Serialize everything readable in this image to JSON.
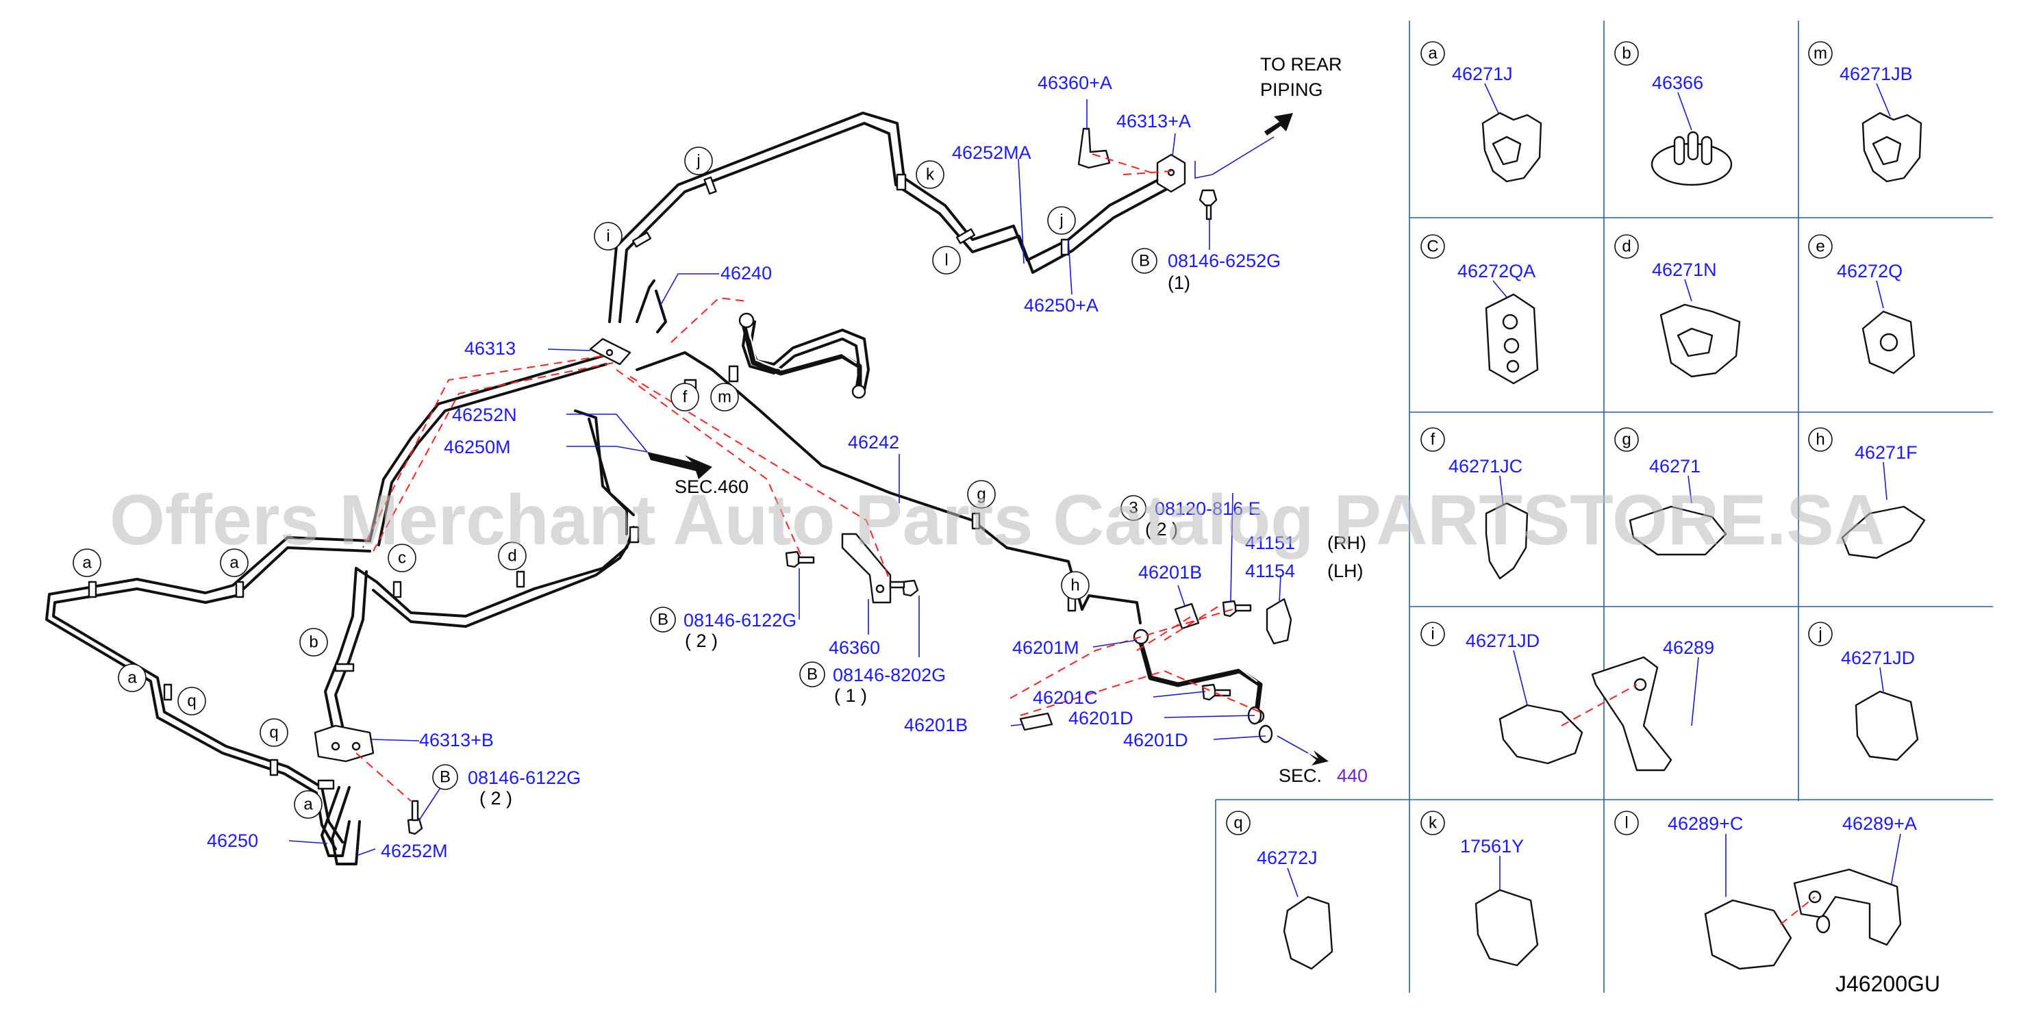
{
  "diagram": {
    "code": "J46200GU",
    "watermark": "Offers Merchant Auto Parts Catalog PARTSTORE.SA",
    "notes": {
      "to_rear_line1": "TO  REAR",
      "to_rear_line2": "PIPING",
      "sec460": "SEC.460",
      "sec440_prefix": "SEC.",
      "sec440_num": "440"
    },
    "labels": {
      "p46360A": "46360+A",
      "p46313A": "46313+A",
      "p46252MA": "46252MA",
      "p46250A": "46250+A",
      "b08146_6252G": "08146-6252G",
      "b08146_6252G_qty": "(1)",
      "p46240": "46240",
      "p46313": "46313",
      "p46252N": "46252N",
      "p46250M": "46250M",
      "p46242": "46242",
      "b08120_816E": "08120-816 E",
      "b08120_816E_qty": "( 2 )",
      "p41151": "41151",
      "rh": "(RH)",
      "p41154": "41154",
      "lh": "(LH)",
      "p46201B_top": "46201B",
      "p46201M": "46201M",
      "p46201C": "46201C",
      "p46201D_1": "46201D",
      "p46201D_2": "46201D",
      "p46201B_bot": "46201B",
      "b08146_6122G_a": "08146-6122G",
      "b08146_6122G_a_qty": "( 2 )",
      "p46360": "46360",
      "b08146_8202G": "08146-8202G",
      "b08146_8202G_qty": "( 1 )",
      "p46313B": "46313+B",
      "b08146_6122G_b": "08146-6122G",
      "b08146_6122G_b_qty": "( 2 )",
      "p46250": "46250",
      "p46252M": "46252M",
      "bolt_B": "B",
      "bolt_3": "3"
    },
    "callouts": {
      "j1": "j",
      "k1": "k",
      "i1": "i",
      "l1": "l",
      "j2": "j",
      "f1": "f",
      "m1": "m",
      "h1": "h",
      "g1": "g",
      "a1": "a",
      "a2": "a",
      "c1": "c",
      "d1": "d",
      "b1": "b",
      "a3": "a",
      "q1": "q",
      "q2": "q",
      "a4": "a"
    },
    "legend": [
      {
        "key": "a",
        "part": "46271J"
      },
      {
        "key": "b",
        "part": "46366"
      },
      {
        "key": "m",
        "part": "46271JB"
      },
      {
        "key": "C",
        "part": "46272QA"
      },
      {
        "key": "d",
        "part": "46271N"
      },
      {
        "key": "e",
        "part": "46272Q"
      },
      {
        "key": "f",
        "part": "46271JC"
      },
      {
        "key": "g",
        "part": "46271"
      },
      {
        "key": "h",
        "part": "46271F"
      },
      {
        "key": "i",
        "part": "46271JD",
        "part2": "46289"
      },
      {
        "key": "j",
        "part": "46271JD"
      },
      {
        "key": "q",
        "part": "46272J"
      },
      {
        "key": "k",
        "part": "17561Y"
      },
      {
        "key": "l",
        "part": "46289+C",
        "part2": "46289+A"
      }
    ],
    "colors": {
      "part_number": "#1a1aff",
      "section_ref": "#7a1fd1",
      "dashed_line": "#ff2020",
      "grid_line": "#2a5ea8"
    }
  }
}
